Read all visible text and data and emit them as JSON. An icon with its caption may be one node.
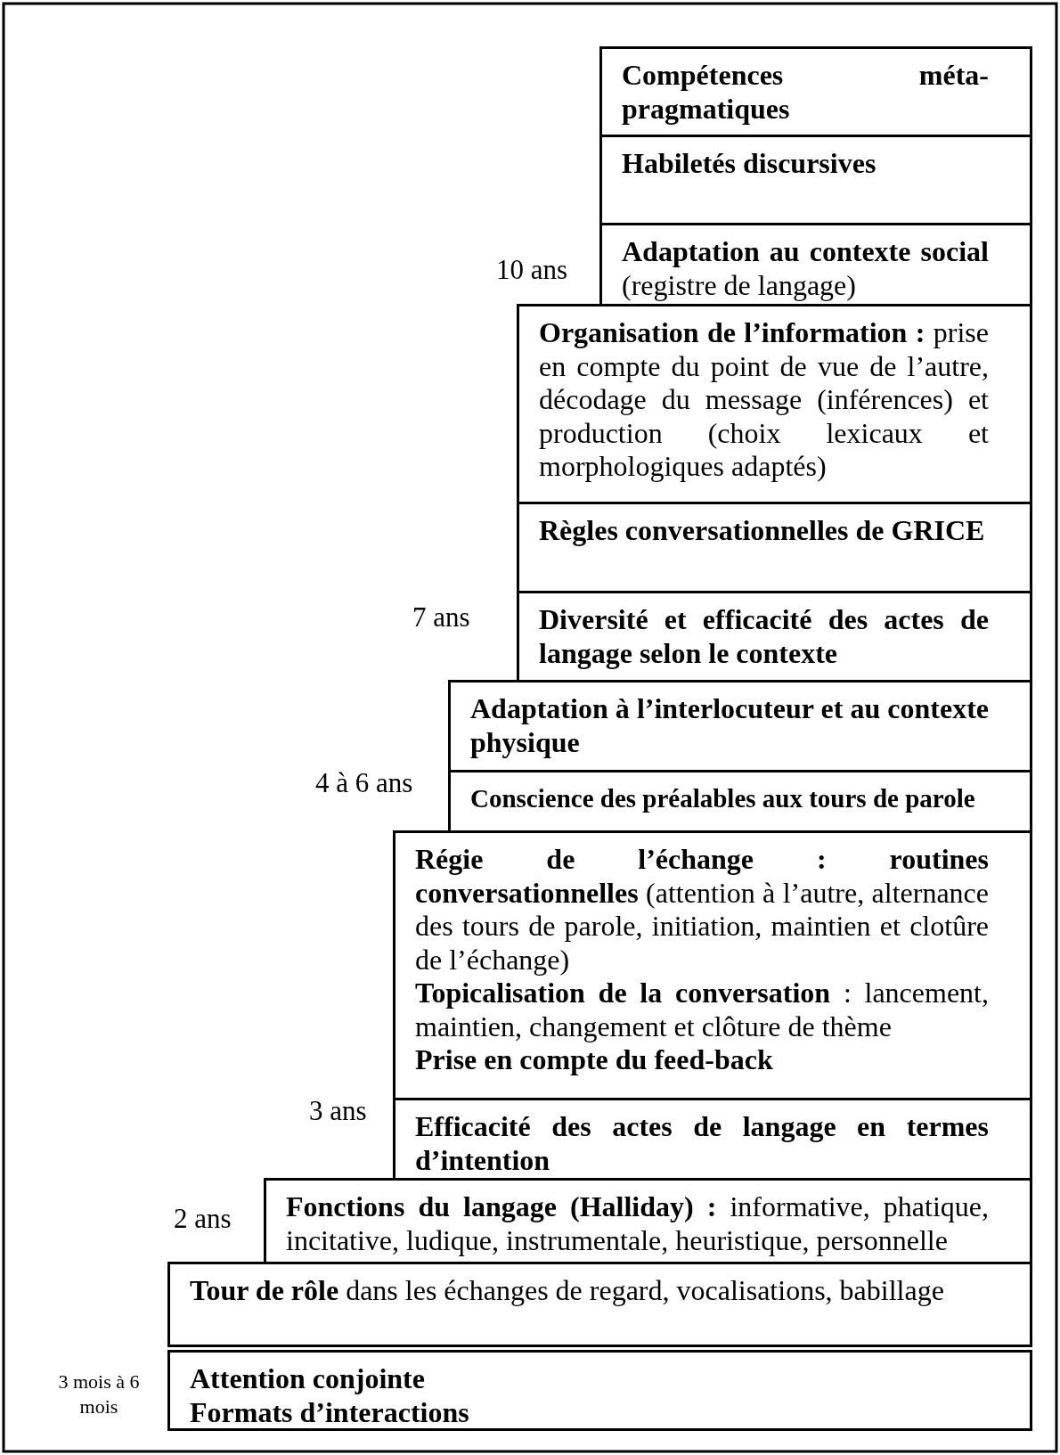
{
  "diagram": {
    "nodes": [
      {
        "text": [
          "**Compétences méta-pragmatiques**"
        ]
      },
      {
        "text": [
          "**Habiletés discursives**"
        ]
      },
      {
        "text": [
          "**Adaptation au contexte social** (registre de langage)"
        ]
      },
      {
        "text": [
          "**Organisation de l’information :** prise en compte du point de vue de l’autre, décodage du message (inférences) et production (choix lexicaux et morphologiques adaptés)"
        ]
      },
      {
        "text": [
          "**Règles conversationnelles de GRICE**"
        ]
      },
      {
        "text": [
          "**Diversité et efficacité des actes de langage selon le contexte**"
        ]
      },
      {
        "text": [
          "**Adaptation à l’interlocuteur et au contexte physique**"
        ]
      },
      {
        "text": [
          "**Conscience des préalables aux tours de parole**"
        ]
      },
      {
        "text": [
          "**Régie de l’échange : routines conversationnelles** (attention à l’autre, alternance des tours de parole, initiation, maintien et clotûre de l’échange)",
          "**Topicalisation de la conversation** : lancement, maintien, changement et clôture de thème",
          "**Prise en compte du feed-back**"
        ]
      },
      {
        "text": [
          "**Efficacité des actes de langage en termes d’intention**"
        ]
      },
      {
        "text": [
          "**Fonctions du langage (Halliday) :** informative, phatique, incitative, ludique, instrumentale, heuristique, personnelle"
        ]
      },
      {
        "text": [
          "**Tour de rôle** dans les échanges de regard, vocalisations, babillage"
        ]
      },
      {
        "text": [
          "**Attention conjointe**",
          "**Formats d’interactions**"
        ]
      }
    ],
    "labels": [
      "10 ans",
      "7 ans",
      "4 à 6 ans",
      "3 ans",
      "2 ans",
      "3 mois à 6 mois"
    ]
  }
}
